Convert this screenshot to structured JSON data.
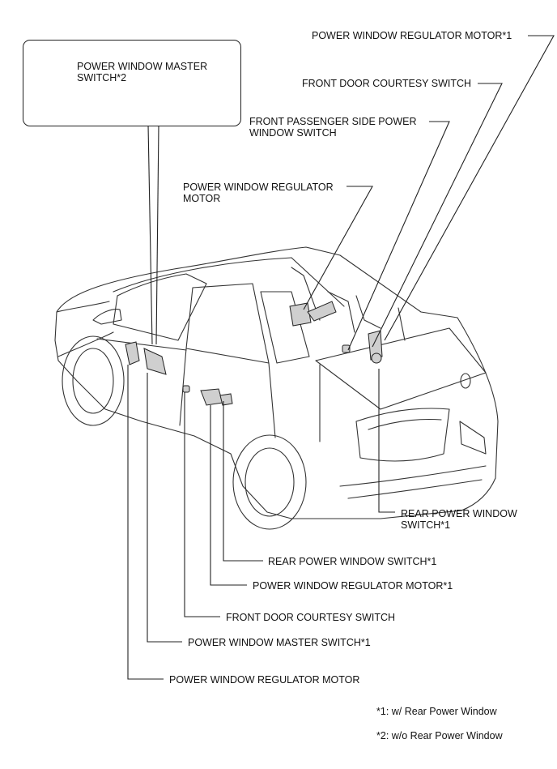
{
  "labels": {
    "motor_top_right": "POWER WINDOW REGULATOR MOTOR*1",
    "courtesy_top": "FRONT DOOR COURTESY SWITCH",
    "front_passenger_l1": "FRONT PASSENGER SIDE POWER",
    "front_passenger_l2": "WINDOW SWITCH",
    "regulator_motor_l1": "POWER WINDOW REGULATOR",
    "regulator_motor_l2": "MOTOR",
    "master_switch_box_l1": "POWER WINDOW MASTER",
    "master_switch_box_l2": "SWITCH*2",
    "rear_switch_right_l1": "REAR POWER WINDOW",
    "rear_switch_right_l2": "SWITCH*1",
    "rear_switch_bottom": "REAR POWER WINDOW SWITCH*1",
    "motor_bottom": "POWER WINDOW REGULATOR MOTOR*1",
    "courtesy_bottom": "FRONT DOOR COURTESY SWITCH",
    "master_switch_bottom": "POWER WINDOW MASTER SWITCH*1",
    "regulator_motor_bottom": "POWER WINDOW REGULATOR MOTOR"
  },
  "notes": {
    "note1": "*1: w/ Rear Power Window",
    "note2": "*2: w/o Rear Power Window"
  }
}
